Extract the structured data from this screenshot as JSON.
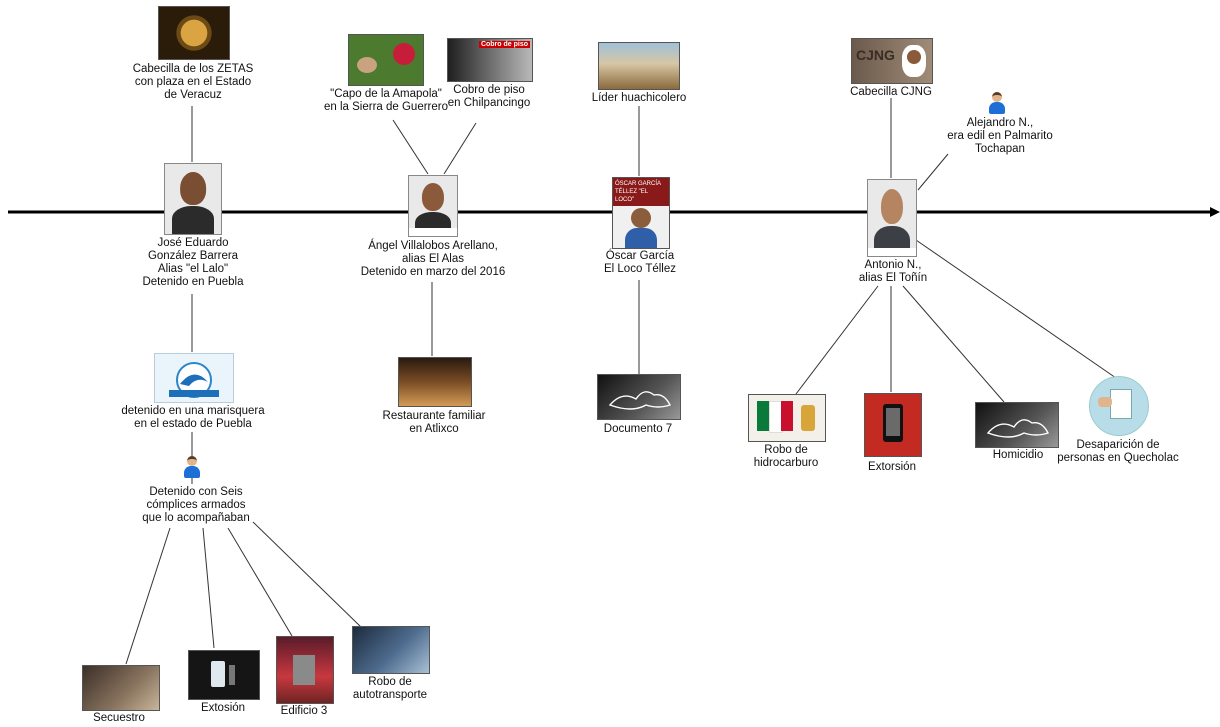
{
  "nodes": {
    "zetas_leader": "Cabecilla de los ZETAS\ncon plaza en el Estado\nde Veracuz",
    "el_lalo": "José Eduardo\nGonzález Barrera\nAlias \"el Lalo\"\nDetenido en Puebla",
    "marisquera": "detenido en una marisquera\nen el estado de Puebla",
    "accomplices": "Detenido con Seis\ncómplices armados\nque lo acompañaban",
    "secuestro": "Secuestro",
    "extosion": "Extosión",
    "edificio": "Edificio 3",
    "robo_auto": "Robo de\nautotransporte",
    "capo_amapola": "\"Capo de la Amapola\"\nen la Sierra de Guerrero",
    "cobro_piso": "Cobro de piso\nen Chilpancingo",
    "el_alas": "Ángel Villalobos Arellano,\nalias El Alas\nDetenido en marzo del 2016",
    "restaurante": "Restaurante familiar\nen Atlixco",
    "huachicolero": "Líder huachicolero",
    "loco_tellez": "Óscar García\nEl Loco Téllez",
    "documento7": "Documento 7",
    "cjng": "Cabecilla CJNG",
    "alejandro": "Alejandro N.,\nera edil en Palmarito\nTochapan",
    "el_tonin": "Antonio N.,\nalias El Toñín",
    "robo_hidro": "Robo de\nhidrocarburo",
    "extorsion": "Extorsión",
    "homicidio": "Homicidio",
    "desaparicion": "Desaparición de\npersonas en Quecholac"
  },
  "thumb_text": {
    "cobro_piso_banner": "Cobro de piso",
    "loco_banner": "ÓSCAR GARCÍA TÉLLEZ \"EL LOCO\"",
    "cjng_wall": "CJNG"
  },
  "icons": {
    "person_icon": "user-icon",
    "arrow": "arrowhead"
  }
}
